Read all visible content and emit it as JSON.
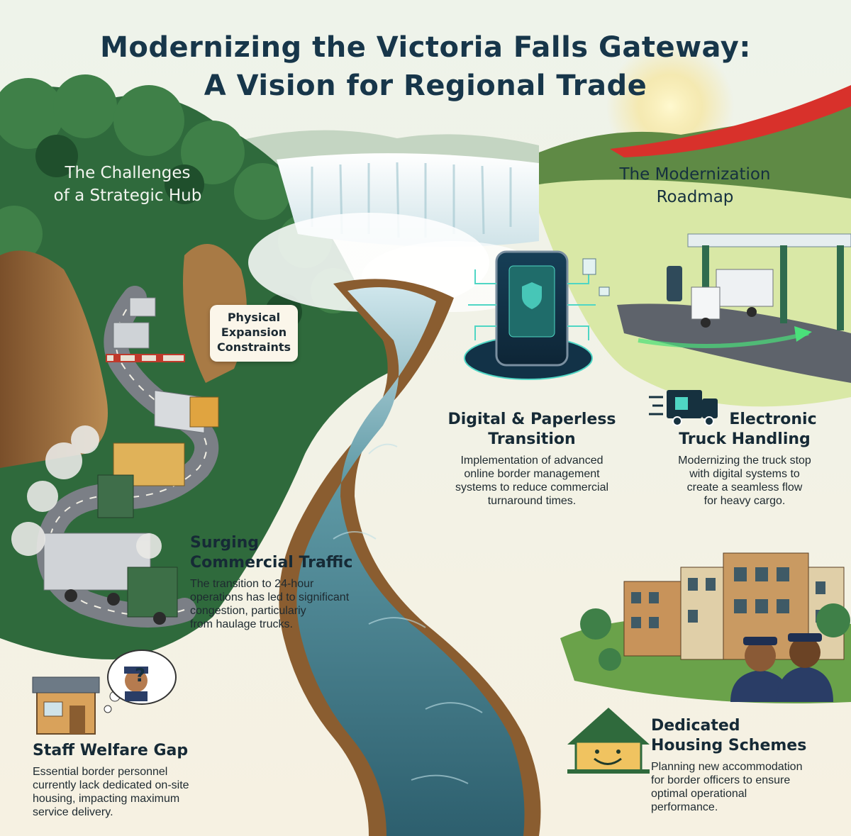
{
  "title": {
    "line1": "Modernizing the Victoria Falls Gateway:",
    "line2": "A Vision for Regional Trade"
  },
  "left_section": {
    "heading_line1": "The Challenges",
    "heading_line2": "of a Strategic Hub",
    "callout_line1": "Physical",
    "callout_line2": "Expansion",
    "callout_line3": "Constraints"
  },
  "right_section": {
    "heading_line1": "The Modernization",
    "heading_line2": "Roadmap"
  },
  "cards": {
    "traffic": {
      "heading_line1": "Surging",
      "heading_line2": "Commercial Traffic",
      "lines": [
        "The transition to 24-hour",
        "operations has led to significant",
        "congestion, particulariy",
        "from haulage trucks."
      ]
    },
    "welfare": {
      "heading": "Staff Welfare Gap",
      "bubble_symbol": "?",
      "lines": [
        "Essential border personnel",
        "currently lack dedicated on-site",
        "housing, impacting maximum",
        "service delivery."
      ]
    },
    "digital": {
      "heading_line1": "Digital & Paperless",
      "heading_line2": "Transition",
      "lines": [
        "Implementation of advanced",
        "online border management",
        "systems to reduce commercial",
        "turnaround times."
      ]
    },
    "truck": {
      "heading_line1": "Electronic",
      "heading_line2": "Truck Handling",
      "lines": [
        "Modernizing the truck stop",
        "with digital systems to",
        "create a seamless flow",
        "for heavy cargo."
      ]
    },
    "housing": {
      "heading_line1": "Dedicated",
      "heading_line2": "Housing Schemes",
      "lines": [
        "Planning new accommodation",
        "for border officers to ensure",
        "optimal operational",
        "performance."
      ]
    }
  },
  "colors": {
    "river": "#3f7f8c",
    "forest": "#2f6a3c",
    "cliff": "#9a6b3a",
    "sky": "#e6efe8",
    "accent_red": "#d8312b",
    "digital_glow": "#4fd6c4"
  }
}
